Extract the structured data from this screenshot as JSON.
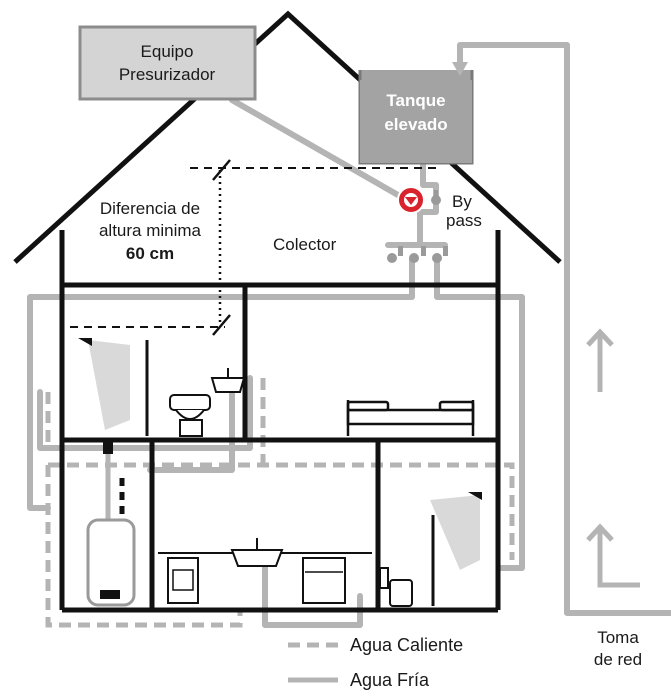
{
  "labels": {
    "equipo_line1": "Equipo",
    "equipo_line2": "Presurizador",
    "tanque_line1": "Tanque",
    "tanque_line2": "elevado",
    "bypass_line1": "By",
    "bypass_line2": "pass",
    "diferencia_line1": "Diferencia de",
    "diferencia_line2": "altura minima",
    "diferencia_line3": "60 cm",
    "colector": "Colector",
    "toma_line1": "Toma",
    "toma_line2": "de red"
  },
  "legend": {
    "hot": "Agua Caliente",
    "cold": "Agua Fría"
  },
  "colors": {
    "pipe": "#b4b4b4",
    "wall": "#111111",
    "box_fill": "#d4d4d4",
    "tank_fill": "#a3a3a3",
    "valve_red": "#d9232d"
  }
}
